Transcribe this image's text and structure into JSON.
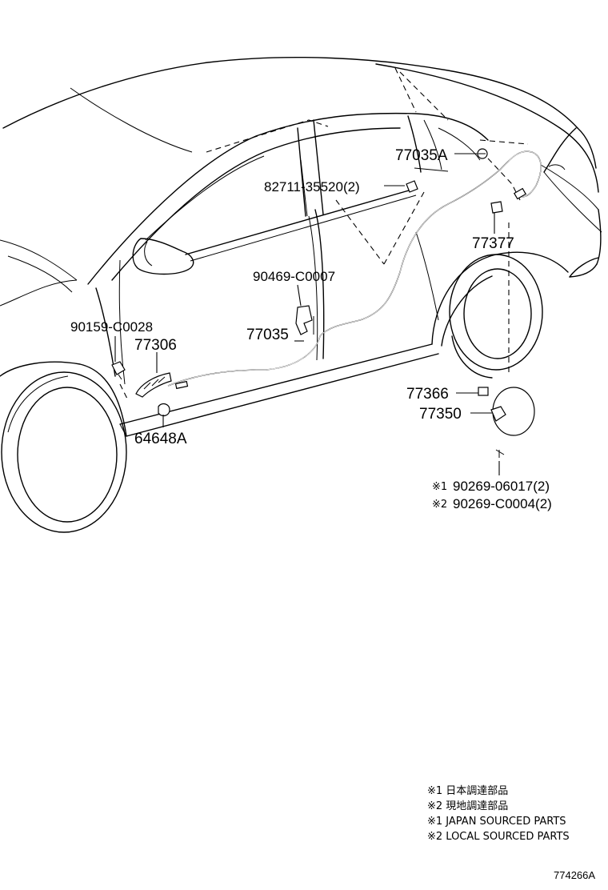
{
  "parts": {
    "p77035A": "77035A",
    "p82711": "82711-35520(2)",
    "p77377": "77377",
    "p90469": "90469-C0007",
    "p77035": "77035",
    "p90159": "90159-C0028",
    "p77306": "77306",
    "p64648A": "64648A",
    "p77366": "77366",
    "p77350": "77350"
  },
  "fasteners": {
    "f1_mark": "※1",
    "f1_part": "90269-06017(2)",
    "f2_mark": "※2",
    "f2_part": "90269-C0004(2)"
  },
  "notes": [
    "※1 日本調達部品",
    "※2 現地調達部品",
    "※1 JAPAN SOURCED PARTS",
    "※2 LOCAL SOURCED PARTS"
  ],
  "diagram_code": "774266A"
}
